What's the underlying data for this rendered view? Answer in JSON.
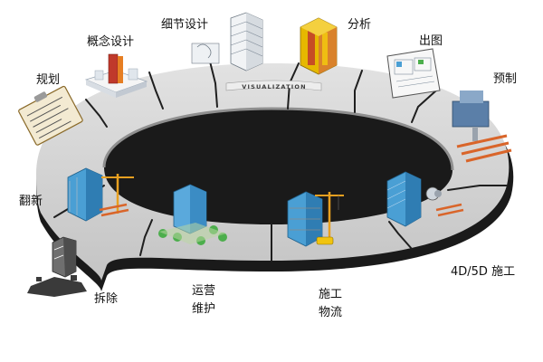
{
  "diagram": {
    "ring_caption": "VISUALIZATION",
    "stages": [
      {
        "id": "planning",
        "label": "规划",
        "icon": "clipboard-plan-icon"
      },
      {
        "id": "concept-design",
        "label": "概念设计",
        "icon": "concept-model-icon"
      },
      {
        "id": "detail-design",
        "label": "细节设计",
        "icon": "detailed-building-icon"
      },
      {
        "id": "analysis",
        "label": "分析",
        "icon": "analysis-model-icon"
      },
      {
        "id": "drawings",
        "label": "出图",
        "icon": "drawing-sheet-icon"
      },
      {
        "id": "prefabrication",
        "label": "预制",
        "icon": "prefab-machine-icon"
      },
      {
        "id": "construction-4d5d",
        "label": "4D/5D 施工",
        "icon": "building-with-crane-icon"
      },
      {
        "id": "construction-logistics",
        "label": [
          "施工",
          "物流"
        ],
        "icon": "construction-site-icon"
      },
      {
        "id": "operation-maintenance",
        "label": [
          "运营",
          "维护"
        ],
        "icon": "finished-building-icon"
      },
      {
        "id": "demolition",
        "label": "拆除",
        "icon": "demolished-building-icon"
      },
      {
        "id": "renovation",
        "label": "翻新",
        "icon": "renovation-crane-icon"
      }
    ]
  },
  "colors": {
    "ring_top": "#d3d3d3",
    "ring_edge": "#1a1a1a",
    "glass": "#4a9fd4",
    "crane": "#e8a020",
    "brick": "#d9652a",
    "tree": "#4cae4c"
  }
}
